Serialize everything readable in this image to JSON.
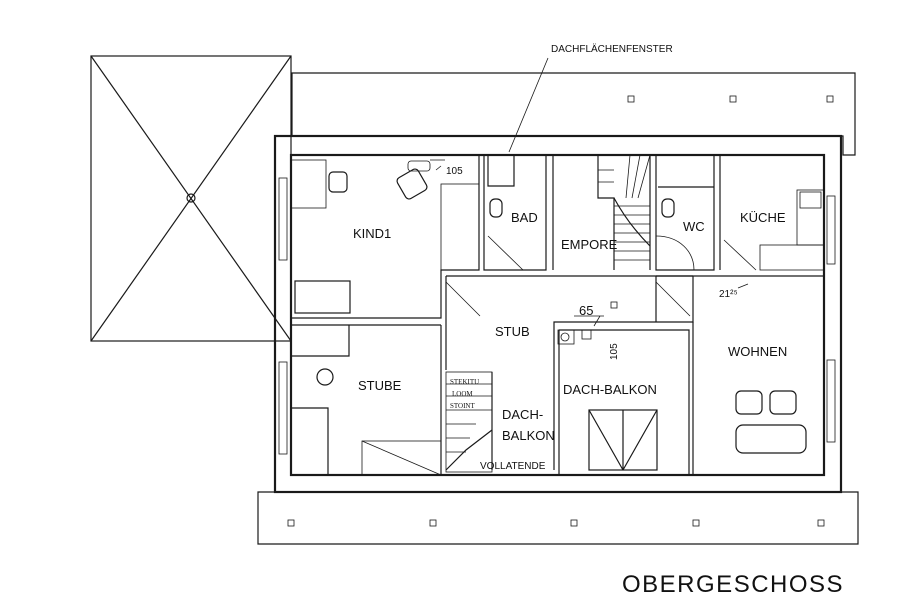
{
  "title": "OBERGESCHOSS",
  "annotation": "DACHFLÄCHENFENSTER",
  "rooms": {
    "kind1": "KIND1",
    "bad": "BAD",
    "empore": "EMPORE",
    "wc": "WC",
    "kueche": "KÜCHE",
    "stub_upper": "STUB",
    "stube": "STUBE",
    "dach_balkon_left_1": "DACH-",
    "dach_balkon_left_2": "BALKON",
    "dach_balkon_right": "DACH-BALKON",
    "wohnen": "WOHNEN"
  },
  "dimensions": {
    "d105_top": "105",
    "d65": "65",
    "d105_vertical": "105",
    "d2125": "21²⁵"
  },
  "notes": {
    "vollatende": "VOLLATENDE",
    "stair_1": "STEKITU",
    "stair_2": "LOOM",
    "stair_3": "STOINT"
  }
}
